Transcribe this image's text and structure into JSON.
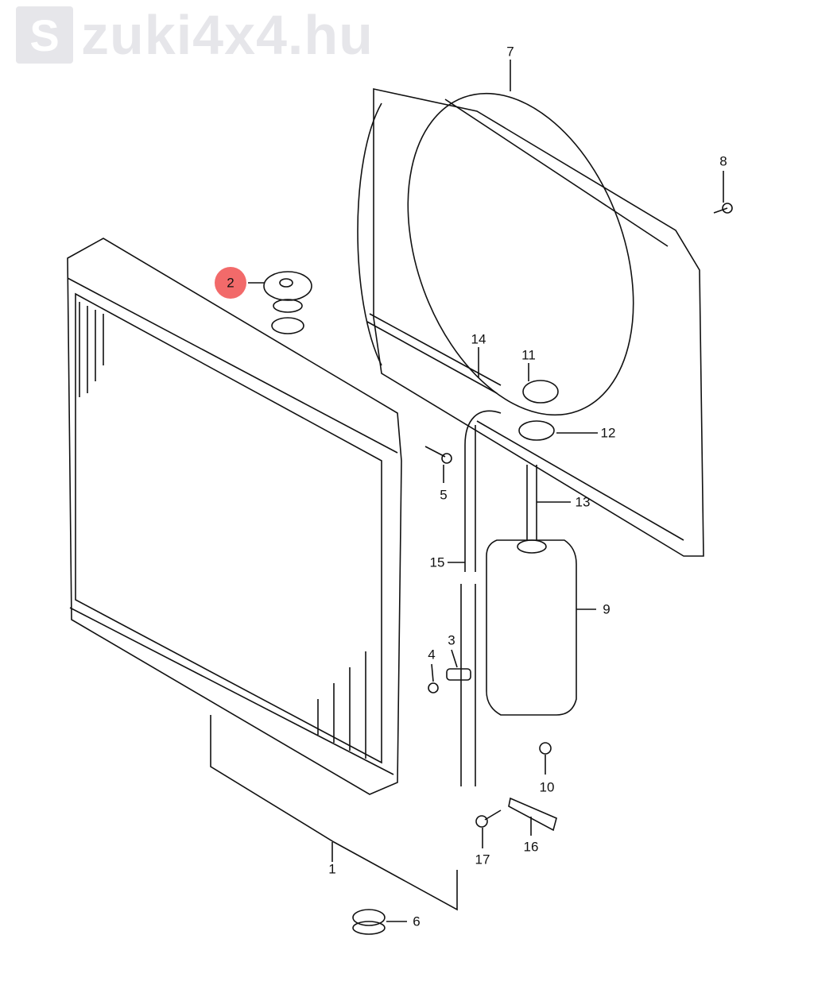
{
  "diagram": {
    "highlight_color": "#f26a6a",
    "highlighted_part": "2",
    "watermark": {
      "logo": "S",
      "text": "zuki4x4.hu"
    },
    "parts": {
      "p1": "1",
      "p2": "2",
      "p3": "3",
      "p4": "4",
      "p5": "5",
      "p6": "6",
      "p7": "7",
      "p8": "8",
      "p9": "9",
      "p10": "10",
      "p11": "11",
      "p12": "12",
      "p13": "13",
      "p14": "14",
      "p15": "15",
      "p16": "16",
      "p17": "17"
    }
  }
}
